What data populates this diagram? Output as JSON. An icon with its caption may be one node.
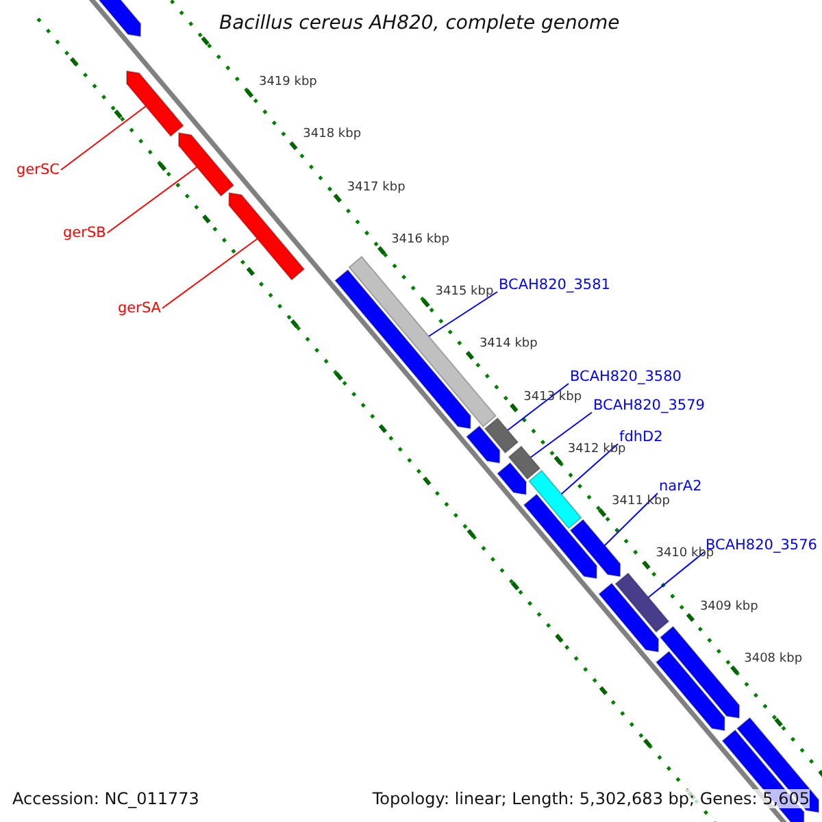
{
  "diagram": {
    "title": "Bacillus cereus AH820, complete genome",
    "nodes": [
      {
        "text": [
          "gerSC"
        ]
      },
      {
        "text": [
          "gerSB"
        ]
      },
      {
        "text": [
          "gerSA"
        ]
      },
      {
        "text": [
          "BCAH820_3581"
        ]
      },
      {
        "text": [
          "BCAH820_3580"
        ]
      },
      {
        "text": [
          "BCAH820_3579"
        ]
      },
      {
        "text": [
          "fdhD2"
        ]
      },
      {
        "text": [
          "narA2"
        ]
      },
      {
        "text": [
          "BCAH820_3576"
        ]
      },
      {
        "text": [],
        "shape": "bar"
      },
      {
        "text": [],
        "shape": "bar"
      },
      {
        "text": [],
        "shape": "bar"
      },
      {
        "text": [],
        "shape": "bar"
      },
      {
        "text": [],
        "shape": "bar"
      },
      {
        "text": [],
        "shape": "bar"
      },
      {
        "text": [],
        "shape": "bar"
      },
      {
        "text": [],
        "shape": "bar"
      },
      {
        "text": [],
        "shape": "bar"
      },
      {
        "text": [],
        "shape": "bar"
      },
      {
        "text": [],
        "shape": "bar"
      },
      {
        "text": [],
        "shape": "bar"
      },
      {
        "text": [],
        "shape": "bar"
      },
      {
        "text": [],
        "shape": "bar"
      },
      {
        "text": [],
        "shape": "bar"
      },
      {
        "text": [],
        "shape": "bar"
      },
      {
        "text": [],
        "shape": "bar"
      },
      {
        "text": [],
        "shape": "bar"
      },
      {
        "text": [],
        "shape": "bar"
      }
    ],
    "edges": [
      {
        "from": 0,
        "to": 10,
        "arrow": "none",
        "color": "#ff0000"
      },
      {
        "from": 1,
        "to": 11,
        "arrow": "none",
        "color": "#ff0000"
      },
      {
        "from": 2,
        "to": 12,
        "arrow": "none",
        "color": "#ff0000"
      },
      {
        "from": 3,
        "to": 13,
        "arrow": "none"
      },
      {
        "from": 4,
        "to": 15,
        "arrow": "none"
      },
      {
        "from": 5,
        "to": 17,
        "arrow": "none"
      },
      {
        "from": 6,
        "to": 19,
        "arrow": "none"
      },
      {
        "from": 7,
        "to": 21,
        "arrow": "none"
      },
      {
        "from": 8,
        "to": 23,
        "arrow": "none"
      }
    ],
    "labels": [
      "3419 kbp",
      "3418 kbp",
      "3417 kbp",
      "3416 kbp",
      "3415 kbp",
      "3414 kbp",
      "3413 kbp",
      "3412 kbp",
      "3411 kbp",
      "3410 kbp",
      "3409 kbp",
      "3408 kbp",
      "Accession: NC_011773",
      "Topology: linear; Length: 5,302,683 bp; Genes: 5,605"
    ]
  }
}
